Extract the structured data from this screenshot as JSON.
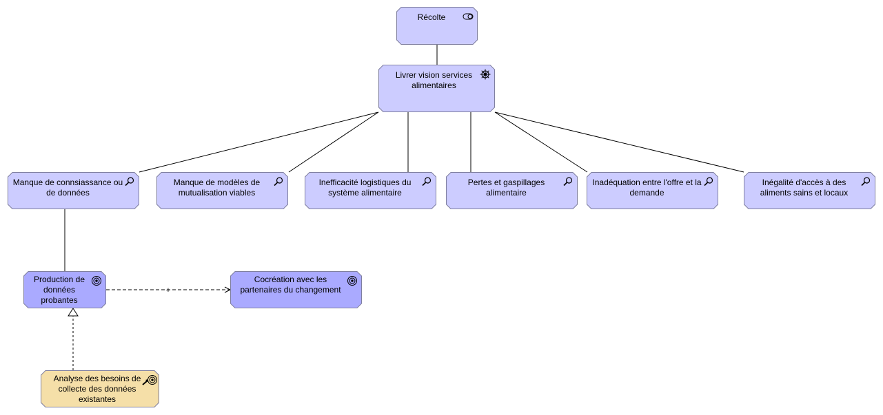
{
  "diagram": {
    "nodes": {
      "recolte": {
        "label": "Récolte",
        "icon": "toggle-icon",
        "fill": "#ccccff"
      },
      "livrer": {
        "label": "Livrer vision services alimentaires",
        "icon": "helm-wheel-icon",
        "fill": "#ccccff"
      },
      "manque_connaissance": {
        "label": "Manque de connsiassance ou de données",
        "icon": "magnifier-icon",
        "fill": "#ccccff"
      },
      "manque_modeles": {
        "label": "Manque de modèles de mutualisation viables",
        "icon": "magnifier-icon",
        "fill": "#ccccff"
      },
      "inefficacite": {
        "label": "Inefficacité logistiques du système alimentaire",
        "icon": "magnifier-icon",
        "fill": "#ccccff"
      },
      "pertes": {
        "label": "Pertes et gaspillages alimentaire",
        "icon": "magnifier-icon",
        "fill": "#ccccff"
      },
      "inadequation": {
        "label": "Inadéquation entre l'offre et la demande",
        "icon": "magnifier-icon",
        "fill": "#ccccff"
      },
      "inegalite": {
        "label": "Inégalité d'accès à des aliments sains et locaux",
        "icon": "magnifier-icon",
        "fill": "#ccccff"
      },
      "production": {
        "label": "Production de données probantes",
        "icon": "target-icon",
        "fill": "#aaaaff"
      },
      "cocreation": {
        "label": "Cocréation avec les partenaires du changement",
        "icon": "target-icon",
        "fill": "#aaaaff"
      },
      "analyse": {
        "label": "Analyse des besoins de collecte des données existantes",
        "icon": "goal-work-icon",
        "fill": "#f5dfa8"
      }
    },
    "influence_label": "+",
    "colors": {
      "border": "#7f7f9f",
      "line": "#000000"
    }
  }
}
